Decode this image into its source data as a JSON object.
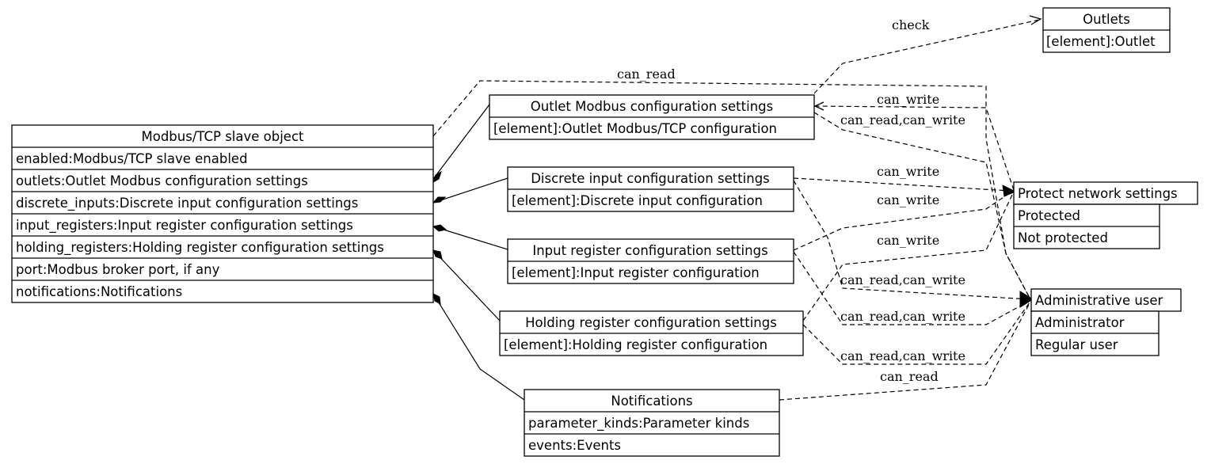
{
  "classes": [
    {
      "id": "modbus",
      "title": "Modbus/TCP slave object",
      "rows": [
        "enabled:Modbus/TCP slave enabled",
        "outlets:Outlet Modbus configuration settings",
        "discrete_inputs:Discrete input configuration settings",
        "input_registers:Input register configuration settings",
        "holding_registers:Holding register configuration settings",
        "port:Modbus broker port, if any",
        "notifications:Notifications"
      ]
    },
    {
      "id": "outlets",
      "title": "Outlets",
      "rows": [
        "[element]:Outlet"
      ]
    },
    {
      "id": "outlet_modbus",
      "title": "Outlet Modbus configuration settings",
      "rows": [
        "[element]:Outlet Modbus/TCP configuration"
      ]
    },
    {
      "id": "discrete",
      "title": "Discrete input configuration settings",
      "rows": [
        "[element]:Discrete input configuration"
      ]
    },
    {
      "id": "input_reg",
      "title": "Input register configuration settings",
      "rows": [
        "[element]:Input register configuration"
      ]
    },
    {
      "id": "holding_reg",
      "title": "Holding register configuration settings",
      "rows": [
        "[element]:Holding register configuration"
      ]
    },
    {
      "id": "notifications",
      "title": "Notifications",
      "rows": [
        "parameter_kinds:Parameter kinds",
        "events:Events"
      ]
    },
    {
      "id": "protect",
      "title": "Protect network settings",
      "rows": [
        "Protected",
        "Not protected"
      ]
    },
    {
      "id": "admin",
      "title": "Administrative user",
      "rows": [
        "Administrator",
        "Regular user"
      ]
    }
  ],
  "edge_labels": {
    "check": "check",
    "can_read": "can_read",
    "can_write": "can_write",
    "can_read_can_write": "can_read,can_write"
  }
}
